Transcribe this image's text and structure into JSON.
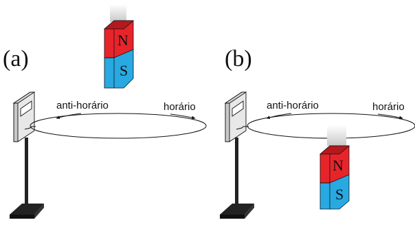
{
  "panels": [
    {
      "label": "(a)",
      "counterclockwise_label": "anti-horário",
      "clockwise_label": "horário",
      "magnet": {
        "north_label": "N",
        "south_label": "S",
        "position": "above loop"
      }
    },
    {
      "label": "(b)",
      "counterclockwise_label": "anti-horário",
      "clockwise_label": "horário",
      "magnet": {
        "north_label": "N",
        "south_label": "S",
        "position": "below loop"
      }
    }
  ],
  "colors": {
    "north": "#e8242b",
    "south": "#29a9e1",
    "magnet_trail": "#c8c8c8",
    "stand": "#222222",
    "outline": "#111111"
  }
}
